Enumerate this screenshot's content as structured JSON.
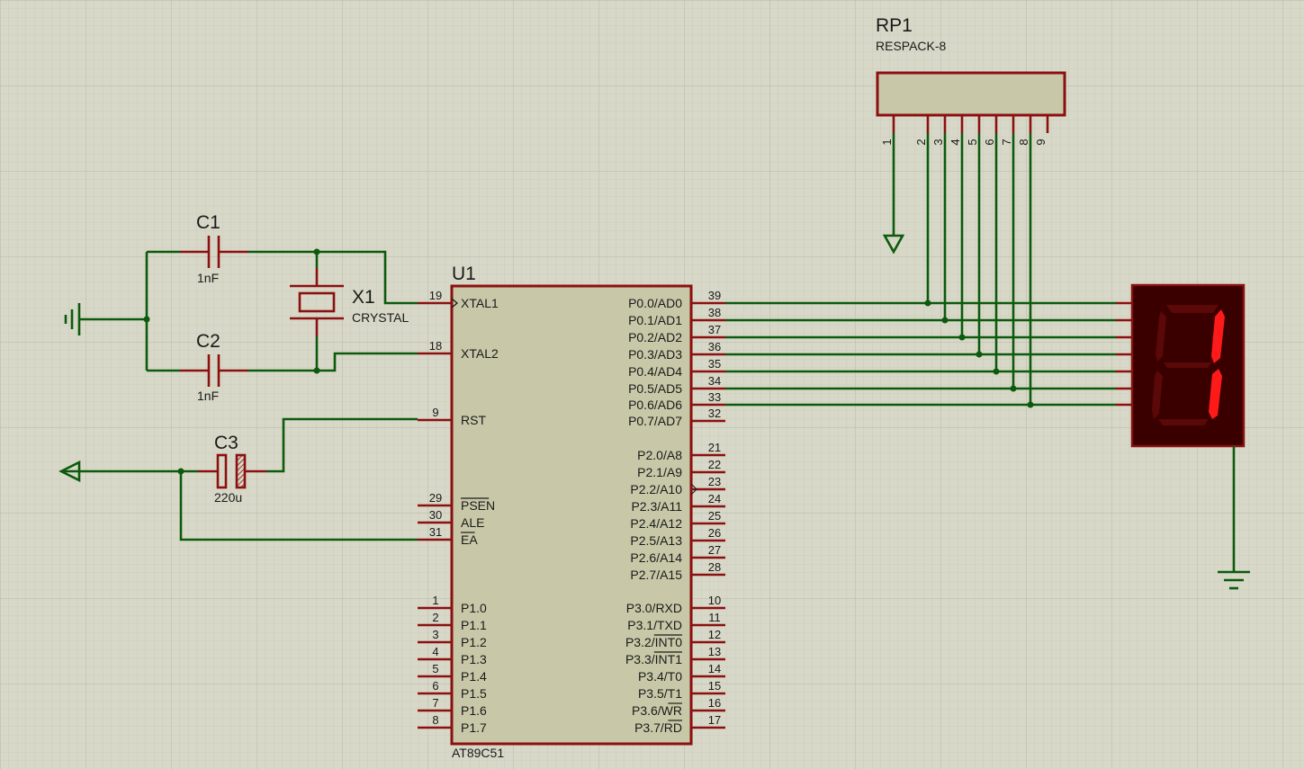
{
  "components": {
    "rp1": {
      "ref": "RP1",
      "value": "RESPACK-8",
      "pins": [
        "1",
        "2",
        "3",
        "4",
        "5",
        "6",
        "7",
        "8",
        "9"
      ]
    },
    "u1": {
      "ref": "U1",
      "part": "AT89C51"
    },
    "c1": {
      "ref": "C1",
      "value": "1nF"
    },
    "c2": {
      "ref": "C2",
      "value": "1nF"
    },
    "c3": {
      "ref": "C3",
      "value": "220u"
    },
    "x1": {
      "ref": "X1",
      "value": "CRYSTAL"
    }
  },
  "u1_left_pins": [
    {
      "num": "19",
      "name": "XTAL1"
    },
    {
      "num": "18",
      "name": "XTAL2"
    },
    {
      "num": "9",
      "name": "RST"
    },
    {
      "num": "29",
      "name": "PSEN"
    },
    {
      "num": "30",
      "name": "ALE"
    },
    {
      "num": "31",
      "name": "EA"
    },
    {
      "num": "1",
      "name": "P1.0"
    },
    {
      "num": "2",
      "name": "P1.1"
    },
    {
      "num": "3",
      "name": "P1.2"
    },
    {
      "num": "4",
      "name": "P1.3"
    },
    {
      "num": "5",
      "name": "P1.4"
    },
    {
      "num": "6",
      "name": "P1.5"
    },
    {
      "num": "7",
      "name": "P1.6"
    },
    {
      "num": "8",
      "name": "P1.7"
    }
  ],
  "u1_right_pins": [
    {
      "num": "39",
      "name": "P0.0/AD0"
    },
    {
      "num": "38",
      "name": "P0.1/AD1"
    },
    {
      "num": "37",
      "name": "P0.2/AD2"
    },
    {
      "num": "36",
      "name": "P0.3/AD3"
    },
    {
      "num": "35",
      "name": "P0.4/AD4"
    },
    {
      "num": "34",
      "name": "P0.5/AD5"
    },
    {
      "num": "33",
      "name": "P0.6/AD6"
    },
    {
      "num": "32",
      "name": "P0.7/AD7"
    },
    {
      "num": "21",
      "name": "P2.0/A8"
    },
    {
      "num": "22",
      "name": "P2.1/A9"
    },
    {
      "num": "23",
      "name": "P2.2/A10"
    },
    {
      "num": "24",
      "name": "P2.3/A11"
    },
    {
      "num": "25",
      "name": "P2.4/A12"
    },
    {
      "num": "26",
      "name": "P2.5/A13"
    },
    {
      "num": "27",
      "name": "P2.6/A14"
    },
    {
      "num": "28",
      "name": "P2.7/A15"
    },
    {
      "num": "10",
      "name": "P3.0/RXD"
    },
    {
      "num": "11",
      "name": "P3.1/TXD"
    },
    {
      "num": "12",
      "name": "P3.2/INT0"
    },
    {
      "num": "13",
      "name": "P3.3/INT1"
    },
    {
      "num": "14",
      "name": "P3.4/T0"
    },
    {
      "num": "15",
      "name": "P3.5/T1"
    },
    {
      "num": "16",
      "name": "P3.6/WR"
    },
    {
      "num": "17",
      "name": "P3.7/RD"
    }
  ],
  "seven_segment": {
    "lit_segments": [
      "b",
      "c"
    ],
    "lit_color": "#ff1a1a",
    "unlit_color": "#5a0808",
    "body_color": "#3a0000"
  },
  "colors": {
    "wire": "#0c5a0c",
    "pin": "#8b1010",
    "chip_body": "#c8c8a8",
    "grid_bg": "#d8d8c8"
  }
}
